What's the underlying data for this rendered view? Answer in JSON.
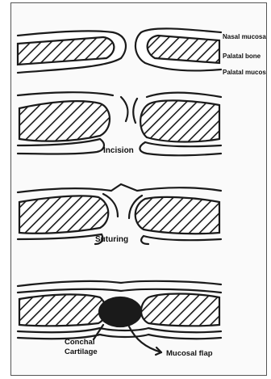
{
  "labels": {
    "nasal_mucosa": "Nasal mucosa",
    "palatal_bone": "Palatal bone",
    "palatal_mucosa": "Palatal mucos"
  },
  "stages": {
    "incision": "Incision",
    "suturing": "Suturing"
  },
  "annotations": {
    "conchal_line1": "Conchal",
    "conchal_line2": "Cartilage",
    "mucosal_flap": "Mucosal flap"
  }
}
